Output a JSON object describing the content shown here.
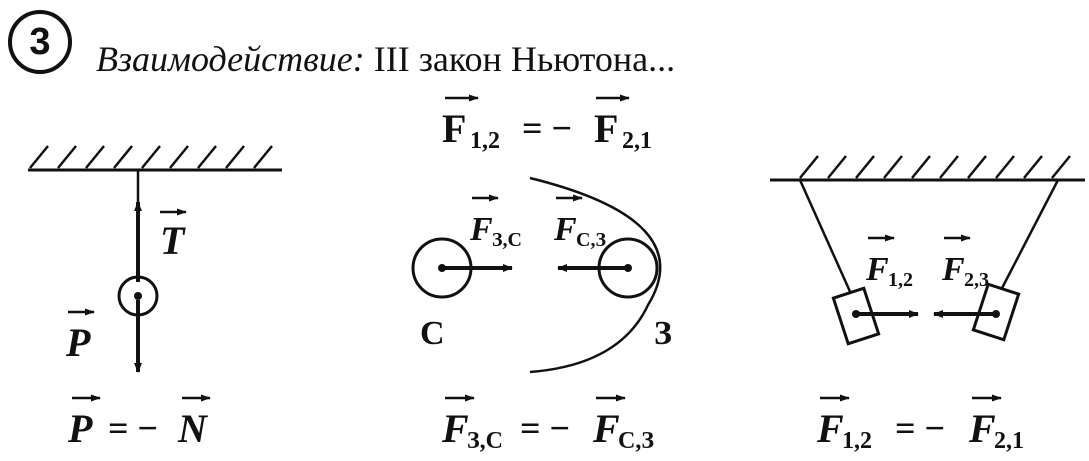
{
  "section_number": "3",
  "title": {
    "italic_part": "Взаимодействие:",
    "rest": " III закон Ньютона..."
  },
  "top_equation": {
    "left": "F",
    "left_sub": "1,2",
    "op": "= −",
    "right": "F",
    "right_sub": "2,1"
  },
  "left_panel": {
    "tension_label": "T",
    "weight_label": "P",
    "equation": {
      "left": "P",
      "op": "= −",
      "right": "N"
    }
  },
  "middle_panel": {
    "force_left": {
      "name": "F",
      "sub": "З,С"
    },
    "force_right": {
      "name": "F",
      "sub": "С,З"
    },
    "body_c": "С",
    "body_z": "З",
    "equation": {
      "left": "F",
      "left_sub": "З,С",
      "op": "= −",
      "right": "F",
      "right_sub": "С,З"
    }
  },
  "right_panel": {
    "force_left": {
      "name": "F",
      "sub": "1,2"
    },
    "force_right": {
      "name": "F",
      "sub": "2,3"
    },
    "equation": {
      "left": "F",
      "left_sub": "1,2",
      "op": "= −",
      "right": "F",
      "right_sub": "2,1"
    }
  }
}
